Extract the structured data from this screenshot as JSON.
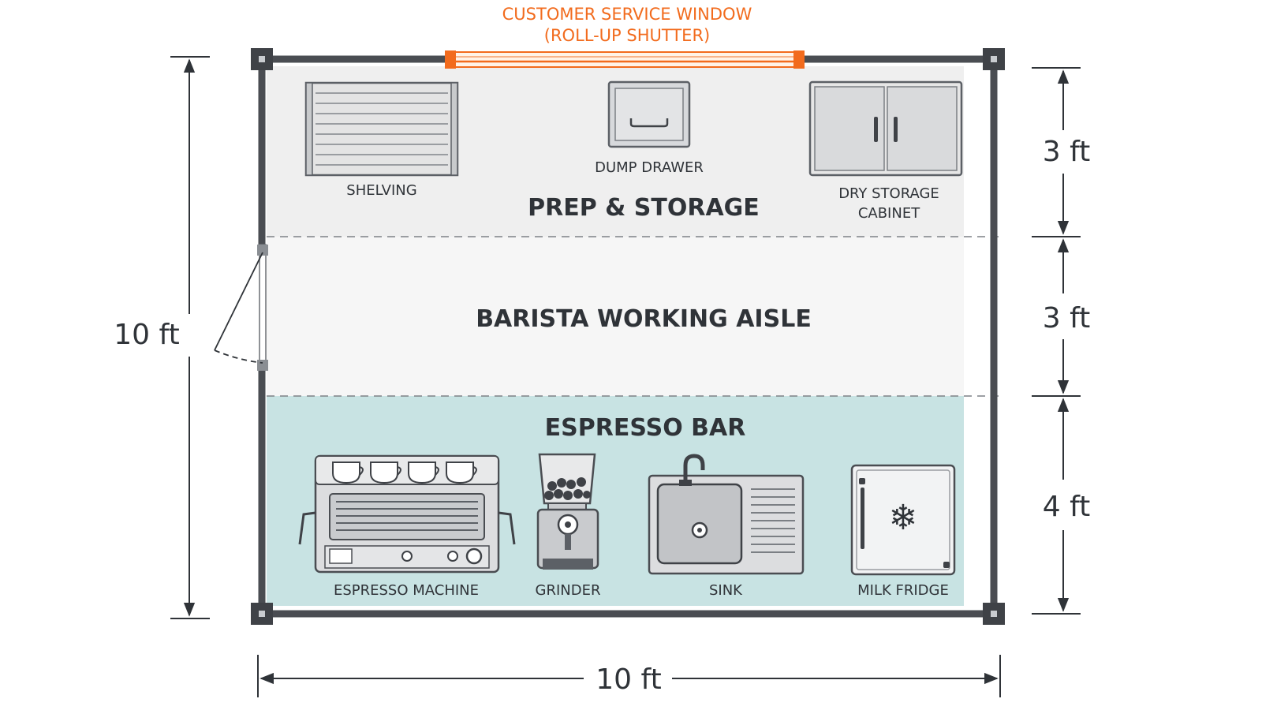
{
  "window": {
    "title": "CUSTOMER SERVICE WINDOW",
    "subtitle": "(ROLL-UP SHUTTER)"
  },
  "zones": {
    "prep": "PREP & STORAGE",
    "aisle": "BARISTA WORKING AISLE",
    "bar": "ESPRESSO BAR"
  },
  "fixtures": {
    "shelving": "SHELVING",
    "dump_drawer": "DUMP DRAWER",
    "dry_storage_line1": "DRY STORAGE",
    "dry_storage_line2": "CABINET",
    "espresso_machine": "ESPRESSO MACHINE",
    "grinder": "GRINDER",
    "sink": "SINK",
    "milk_fridge": "MILK FRIDGE"
  },
  "dimensions": {
    "total_height": "10 ft",
    "total_width": "10 ft",
    "prep_depth": "3 ft",
    "aisle_depth": "3 ft",
    "bar_depth": "4 ft"
  },
  "colors": {
    "wall": "#4a4d52",
    "accent": "#f26b1d",
    "bar_zone": "#c8e3e3",
    "prep_zone": "#efefef",
    "aisle_zone": "#f6f6f6"
  }
}
